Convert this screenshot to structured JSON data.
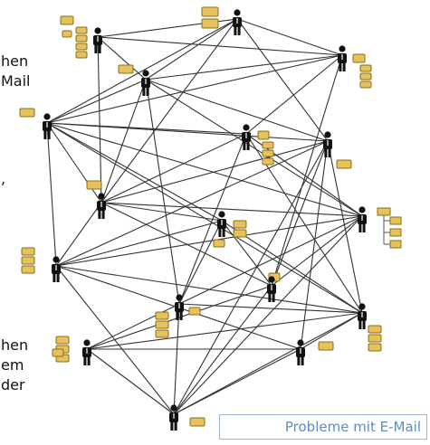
{
  "left_text_fragments": [
    "hen",
    "Mail",
    ",",
    "hen",
    "em",
    "der"
  ],
  "caption": "Probleme mit E-Mail",
  "colors": {
    "line": "#333333",
    "person": "#111111",
    "doc_fill": "#e6c35a",
    "doc_stroke": "#8a6d1e",
    "caption_text": "#5f8bbf",
    "caption_border": "#9bb6d6"
  },
  "icons": {
    "person": "person-icon",
    "document": "document-icon",
    "stack": "document-stack-icon"
  }
}
